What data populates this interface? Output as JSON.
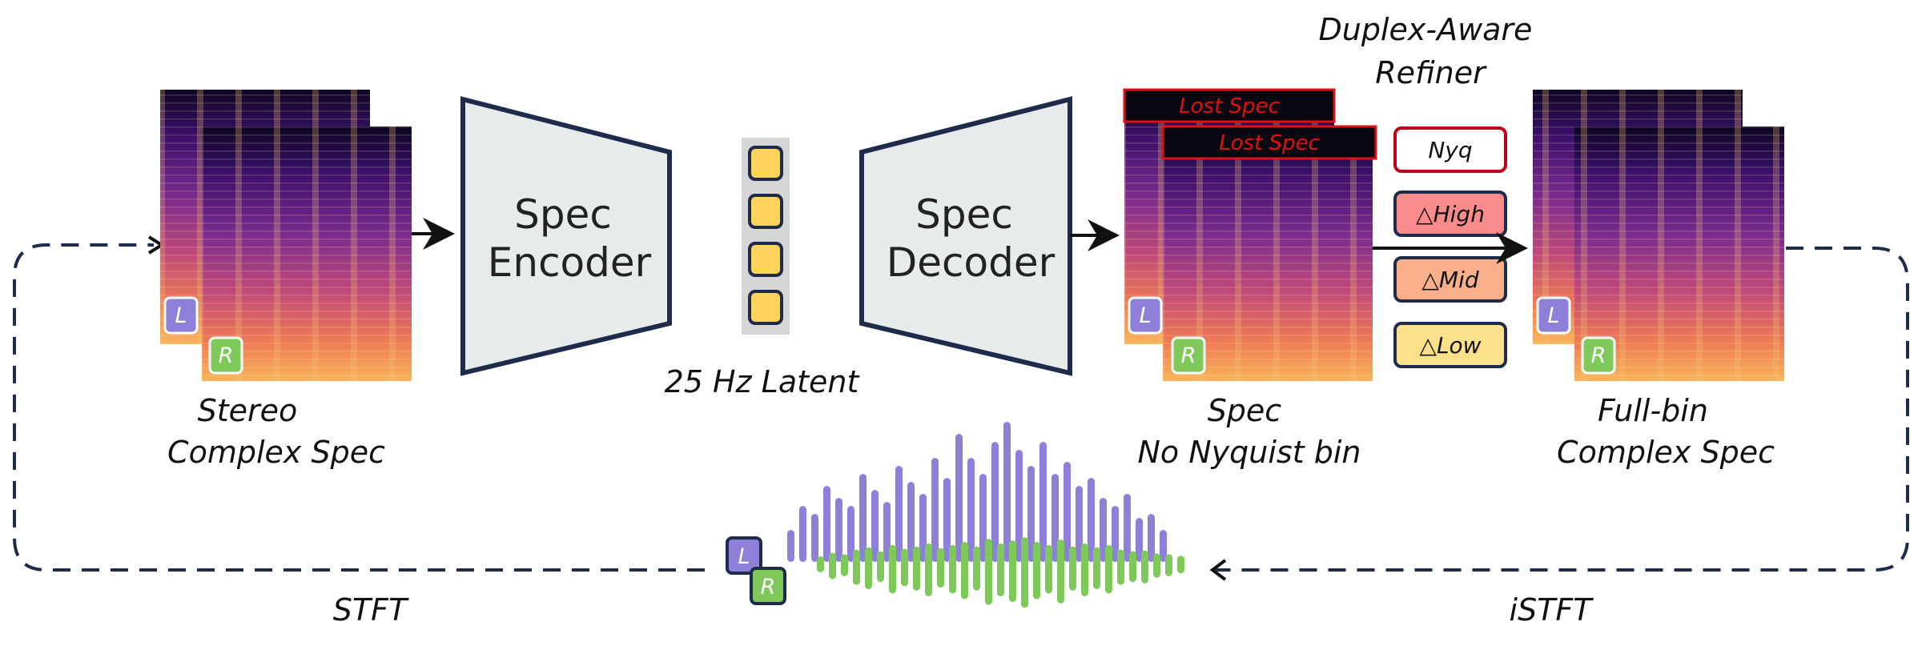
{
  "input_spec_caption": [
    "Stereo",
    "Complex Spec"
  ],
  "encoder_label": [
    "Spec",
    "Encoder"
  ],
  "latent_caption": "25 Hz Latent",
  "decoder_label": [
    "Spec",
    "Decoder"
  ],
  "decoded_spec_caption": [
    "Spec",
    "No Nyquist bin"
  ],
  "lost_spec_label": "Lost Spec",
  "refiner_title": [
    "Duplex-Aware",
    "Refiner"
  ],
  "refiner_bands": [
    {
      "label": "Nyq",
      "fill": "#ffffff",
      "stroke": "#c0001a"
    },
    {
      "label": "△High",
      "fill": "#fa8b8b",
      "stroke": "#1e2b4a"
    },
    {
      "label": "△Mid",
      "fill": "#f9b08a",
      "stroke": "#1e2b4a"
    },
    {
      "label": "△Low",
      "fill": "#fde08a",
      "stroke": "#1e2b4a"
    }
  ],
  "output_spec_caption": [
    "Full-bin",
    "Complex Spec"
  ],
  "stft_label": "STFT",
  "istft_label": "iSTFT",
  "channel_left": "L",
  "channel_right": "R",
  "colors": {
    "left_channel": "#8e80d8",
    "right_channel": "#7fc85a",
    "latent": "#fdd35a",
    "block_fill": "#e8ebec",
    "outline": "#1e2b4a",
    "lost": "#e01010"
  }
}
